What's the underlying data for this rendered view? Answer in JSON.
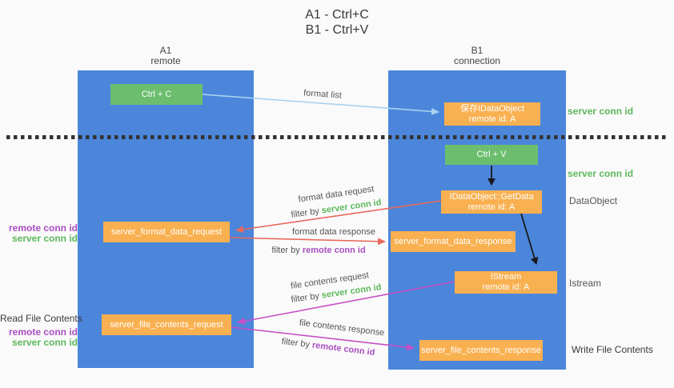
{
  "title": {
    "line1": "A1 - Ctrl+C",
    "line2": "B1 - Ctrl+V"
  },
  "lanes": {
    "a1": {
      "title": "A1",
      "subtitle": "remote"
    },
    "b1": {
      "title": "B1",
      "subtitle": "connection"
    }
  },
  "nodes": {
    "ctrl_c": {
      "label": "Ctrl + C"
    },
    "ctrl_v": {
      "label": "Ctrl + V"
    },
    "save_idataobject": {
      "line1": "保存IDataObject",
      "line2": "remote id: A"
    },
    "idataobject_getdata": {
      "line1": "IDataObject::GetData",
      "line2": "remote id: A"
    },
    "istream": {
      "line1": "IStream",
      "line2": "remote id: A"
    },
    "server_format_data_request": {
      "label": "server_format_data_request"
    },
    "server_format_data_response": {
      "label": "server_format_data_response"
    },
    "server_file_contents_request": {
      "label": "server_file_contents_request"
    },
    "server_file_contents_response": {
      "label": "server_file_contents_response"
    }
  },
  "arrow_labels": {
    "format_list": "format list",
    "format_data_request": "format data request",
    "format_data_response": "format data response",
    "file_contents_request": "file contents request",
    "file_contents_response": "file contents response",
    "filter_by": "filter by",
    "server_conn_id": "server conn id",
    "remote_conn_id": "remote conn id"
  },
  "annotations": {
    "right_server_conn_id_1": "server conn id",
    "right_server_conn_id_2": "server conn id",
    "dataobject": "DataObject",
    "istream": "Istream",
    "write_file_contents": "Write File Contents",
    "read_file_contents": "Read File Contents",
    "left_remote_conn_id_1": "remote conn id",
    "left_server_conn_id_1": "server conn id",
    "left_remote_conn_id_2": "remote conn id",
    "left_server_conn_id_2": "server conn id"
  },
  "colors": {
    "lane_blue": "#4c86db",
    "box_green": "#6cbe6e",
    "box_orange": "#f9b050",
    "green_text": "#5cb85c",
    "purple_text": "#a94fc0",
    "arrow_light_blue": "#a8d2f0",
    "arrow_red": "#e8695c",
    "arrow_magenta": "#c750c7",
    "arrow_black": "#1a1a1a"
  }
}
